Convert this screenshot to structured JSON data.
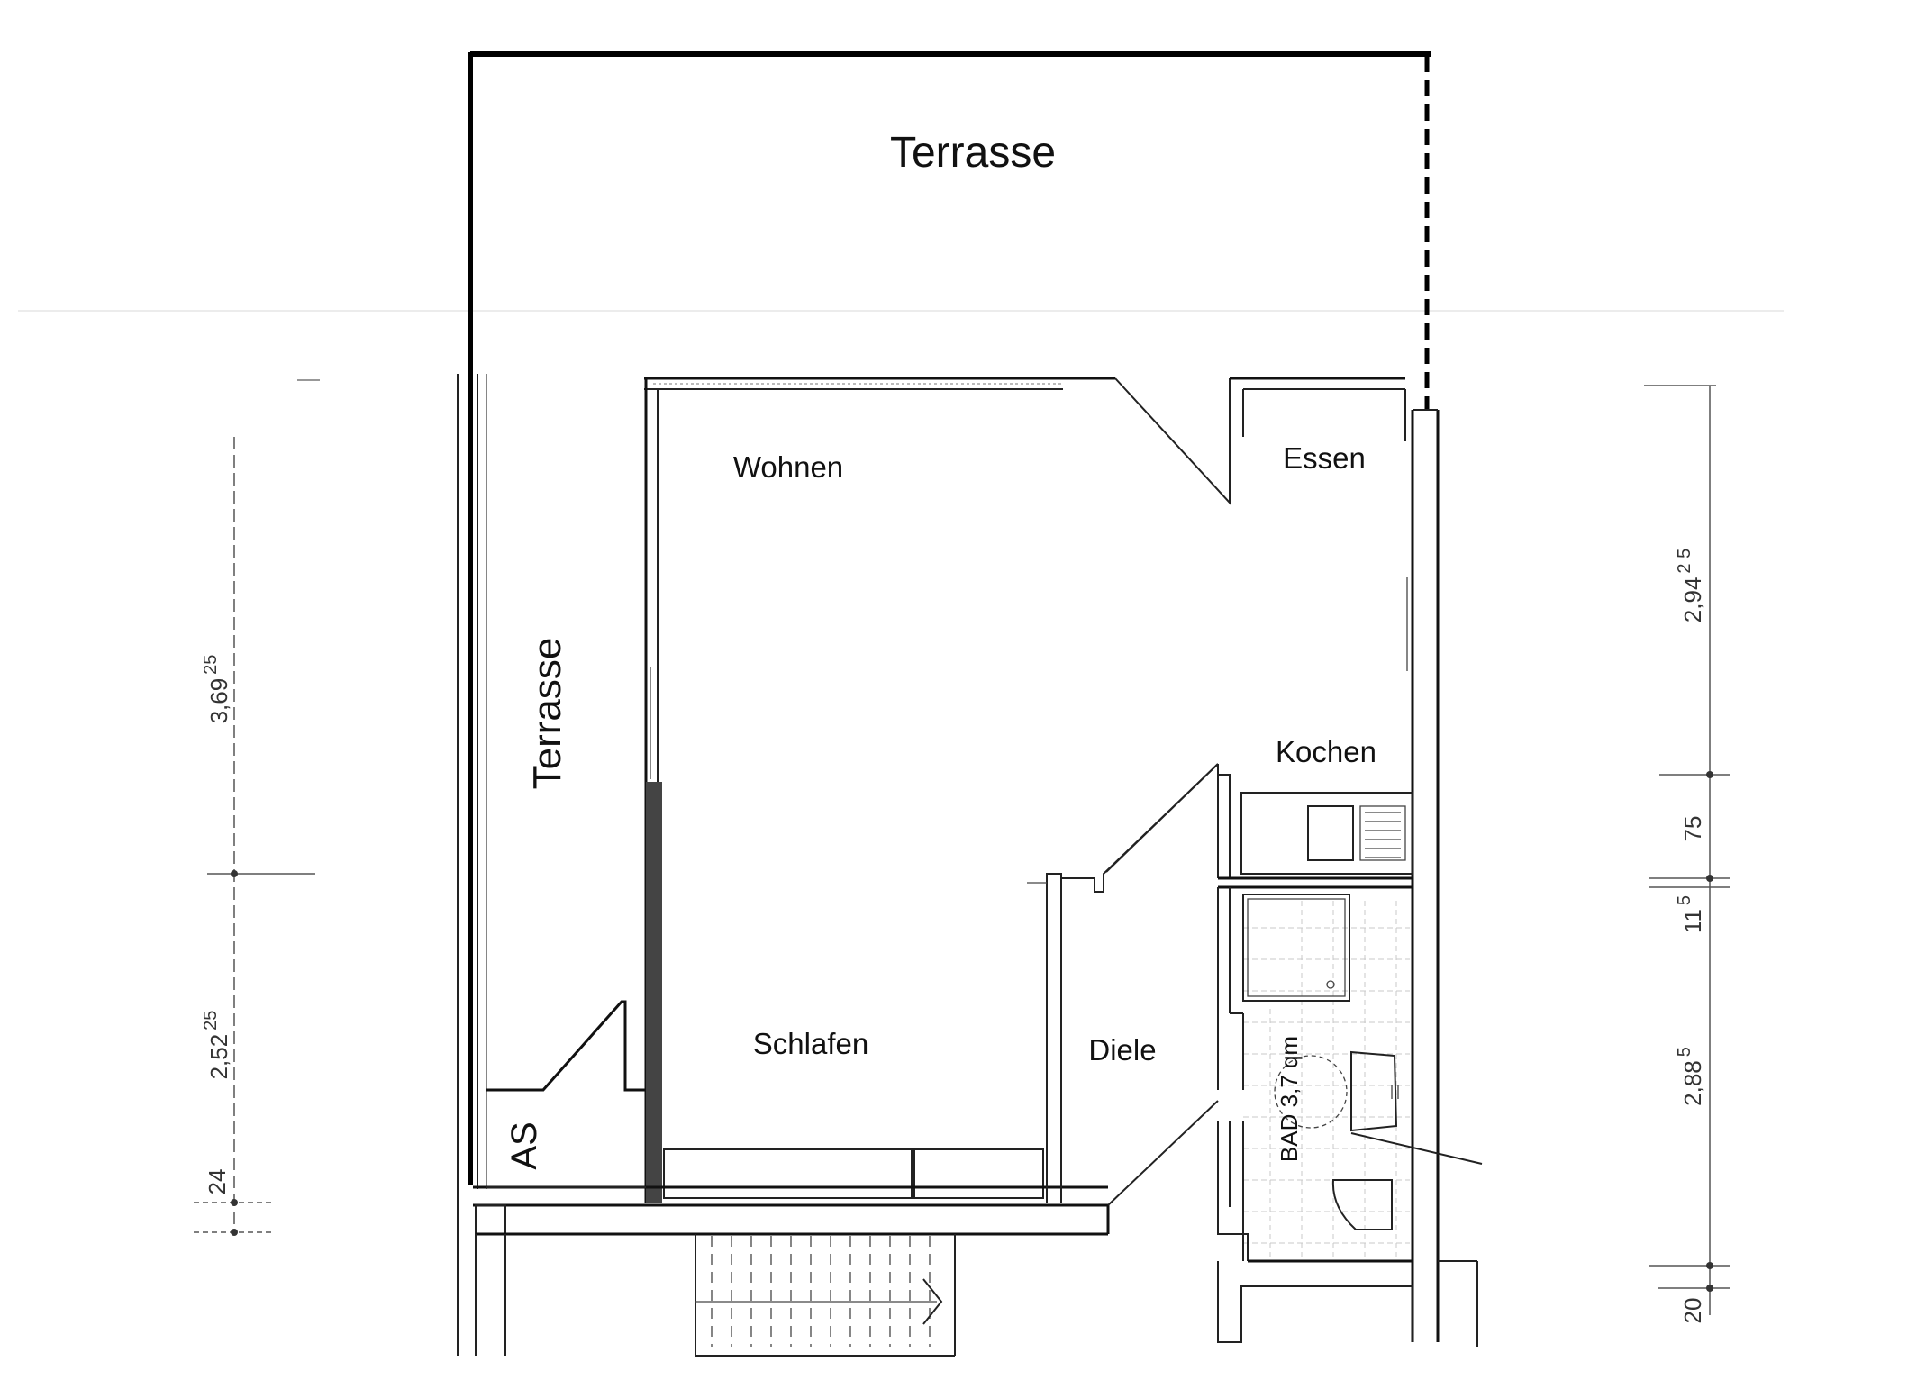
{
  "rooms": {
    "terrace_top": "Terrasse",
    "terrace_side": "Terrasse",
    "wohnen": "Wohnen",
    "essen": "Essen",
    "kochen": "Kochen",
    "schlafen": "Schlafen",
    "diele": "Diele",
    "as": "AS",
    "bad": "BAD 3,7 qm"
  },
  "dimensions_left": {
    "d1_main": "3,69",
    "d1_sup": "25",
    "d2_main": "2,52",
    "d2_sup": "25",
    "d3_main": "24"
  },
  "dimensions_right": {
    "d1_main": "2,94",
    "d1_sup": "2 5",
    "d2_main": "75",
    "d3_main": "11",
    "d3_sup": "5",
    "d4_main": "2,88",
    "d4_sup": "5",
    "d5_main": "20"
  },
  "colors": {
    "line": "#111111",
    "tile": "#c8c8c8"
  }
}
